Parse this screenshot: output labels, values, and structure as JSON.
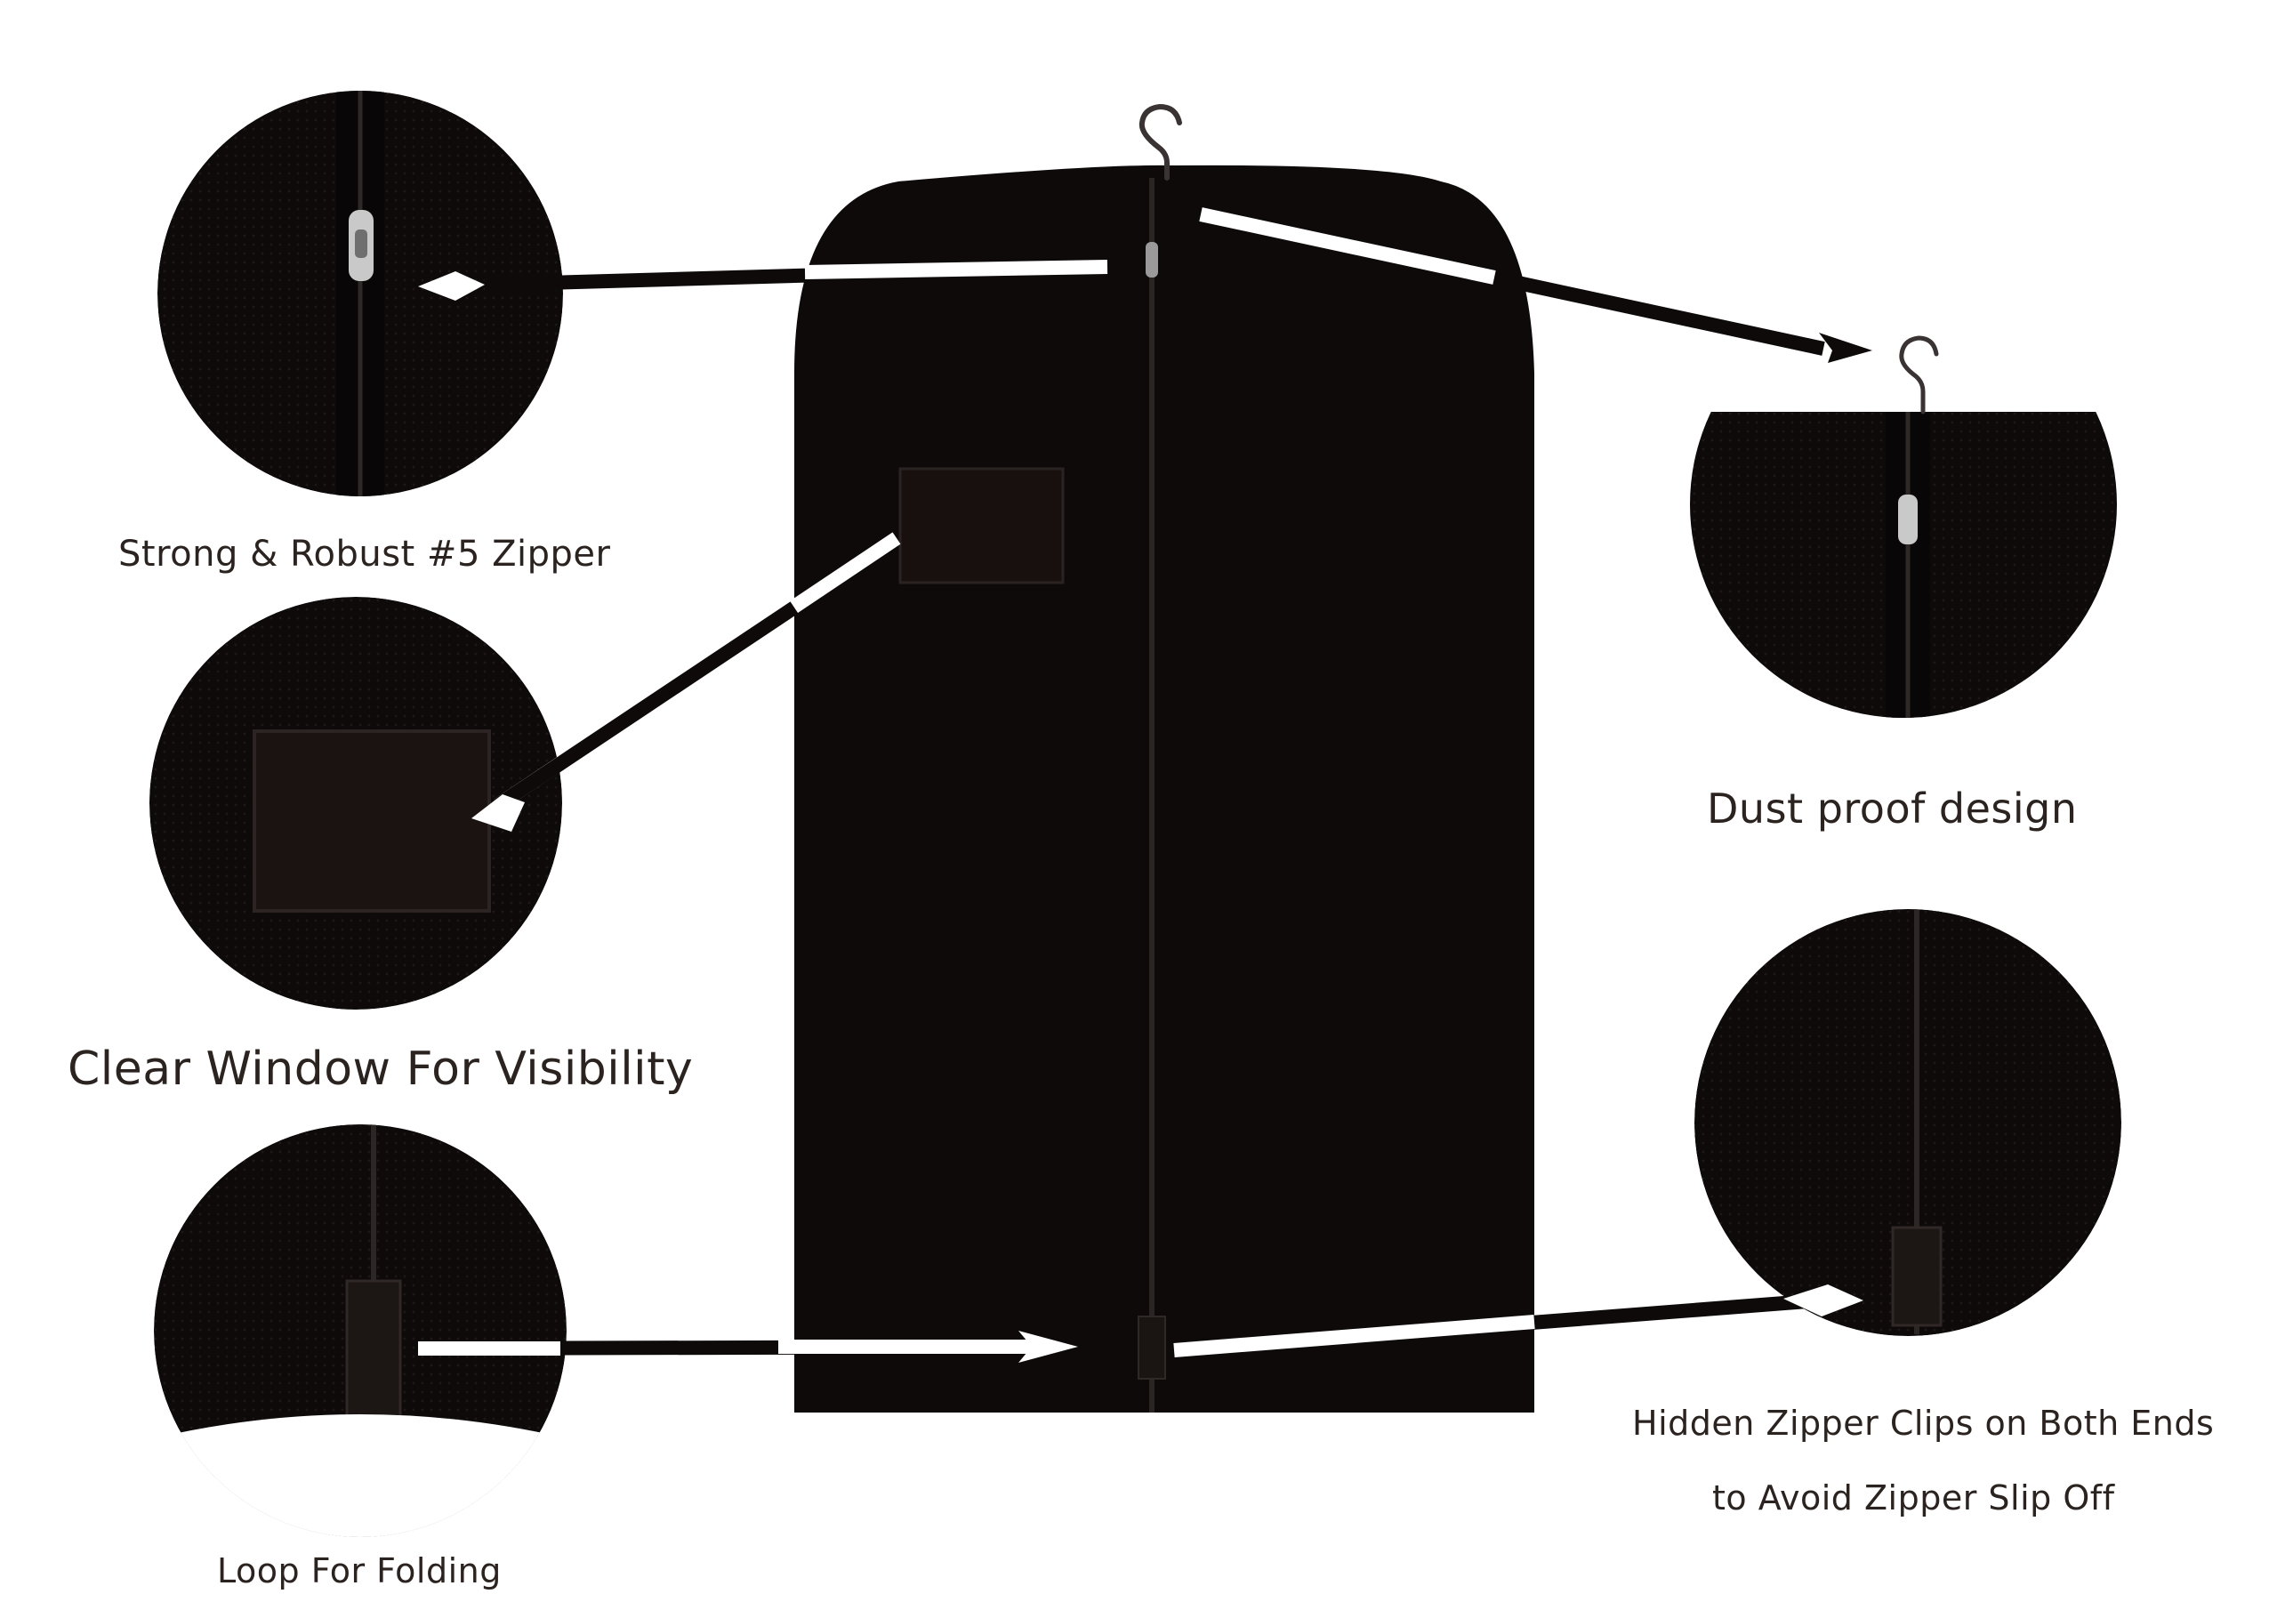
{
  "colors": {
    "bag": "#0e0a0a",
    "circle": "#0d0909",
    "label_text": "#2b2320",
    "pointer": "#ffffff",
    "zipper_pull": "#bfbfbf"
  },
  "features": {
    "zipper": "Strong & Robust #5 Zipper",
    "window": "Clear Window For Visibility",
    "loop": "Loop For Folding",
    "dust": "Dust proof design",
    "hidden_clips_line1": "Hidden Zipper Clips on Both Ends",
    "hidden_clips_line2": "to Avoid Zipper Slip Off"
  }
}
